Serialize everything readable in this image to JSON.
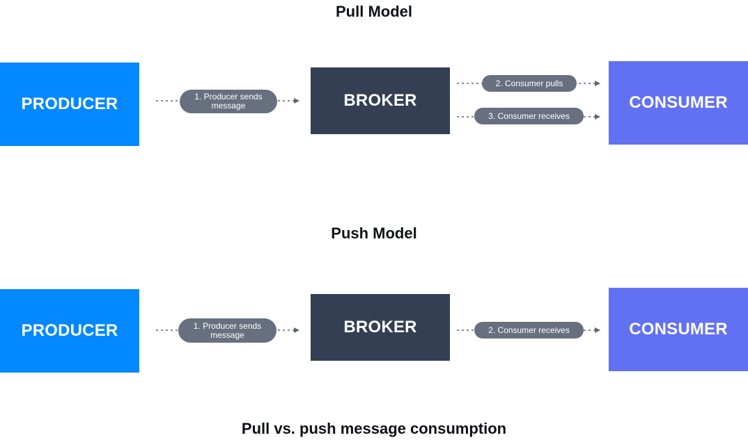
{
  "colors": {
    "producer": "#0388ff",
    "broker": "#343f53",
    "consumer": "#6271f4",
    "pill": "#68707f",
    "arrow": "#5d6577",
    "title_text": "#0f1115"
  },
  "pull_model": {
    "title": "Pull Model",
    "producer_label": "PRODUCER",
    "broker_label": "BROKER",
    "consumer_label": "CONSUMER",
    "step1_label": "1. Producer sends message",
    "step2_label": "2. Consumer pulls",
    "step3_label": "3. Consumer receives"
  },
  "push_model": {
    "title": "Push Model",
    "producer_label": "PRODUCER",
    "broker_label": "BROKER",
    "consumer_label": "CONSUMER",
    "step1_label": "1. Producer sends message",
    "step2_label": "2. Consumer receives"
  },
  "caption": "Pull vs. push message consumption"
}
